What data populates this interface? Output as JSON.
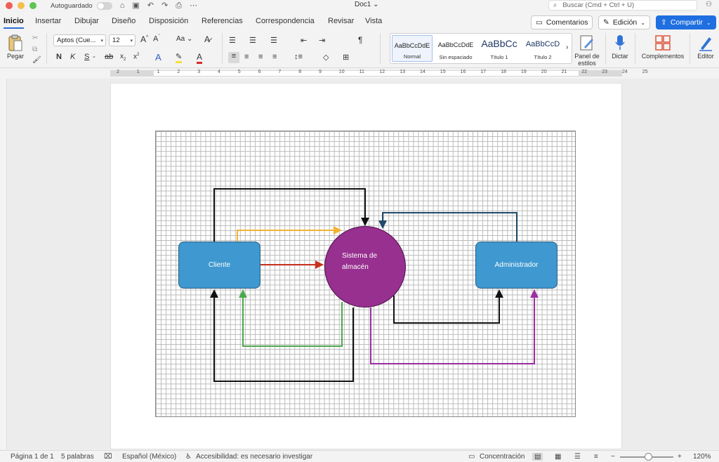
{
  "window": {
    "autosave_label": "Autoguardado",
    "doc_title": "Doc1",
    "search_placeholder": "Buscar (Cmd + Ctrl + U)"
  },
  "tabs": [
    "Inicio",
    "Insertar",
    "Dibujar",
    "Diseño",
    "Disposición",
    "Referencias",
    "Correspondencia",
    "Revisar",
    "Vista"
  ],
  "actions": {
    "comments": "Comentarios",
    "editing": "Edición",
    "share": "Compartir"
  },
  "ribbon": {
    "paste": "Pegar",
    "font_name": "Aptos (Cue...",
    "font_size": "12",
    "bold": "N",
    "italic": "K",
    "underline": "S",
    "styles": [
      {
        "preview": "AaBbCcDdE",
        "name": "Normal"
      },
      {
        "preview": "AaBbCcDdE",
        "name": "Sin espaciado"
      },
      {
        "preview": "AaBbCc",
        "name": "Título 1"
      },
      {
        "preview": "AaBbCcD",
        "name": "Título 2"
      }
    ],
    "styles_pane": "Panel de estilos",
    "dictate": "Dictar",
    "addins": "Complementos",
    "editor": "Editor"
  },
  "ruler_numbers": [
    "2",
    "1",
    "1",
    "2",
    "3",
    "4",
    "5",
    "6",
    "7",
    "8",
    "9",
    "10",
    "11",
    "12",
    "13",
    "14",
    "15",
    "16",
    "17",
    "18",
    "19",
    "20",
    "21",
    "22",
    "23",
    "24",
    "25"
  ],
  "diagram": {
    "client": "Cliente",
    "system_line1": "Sistema de",
    "system_line2": "almacén",
    "admin": "Administrador",
    "colors": {
      "box_fill": "#3f98d0",
      "circle_fill": "#97308f",
      "arrow_black": "#111111",
      "arrow_orange": "#f2b233",
      "arrow_red": "#c8311c",
      "arrow_green": "#4ca84c",
      "arrow_navy": "#1e4a6b",
      "arrow_purple": "#9b2fa0"
    }
  },
  "status": {
    "page": "Página 1 de 1",
    "words": "5 palabras",
    "language": "Español (México)",
    "accessibility": "Accesibilidad: es necesario investigar",
    "focus": "Concentración",
    "zoom": "120%"
  }
}
